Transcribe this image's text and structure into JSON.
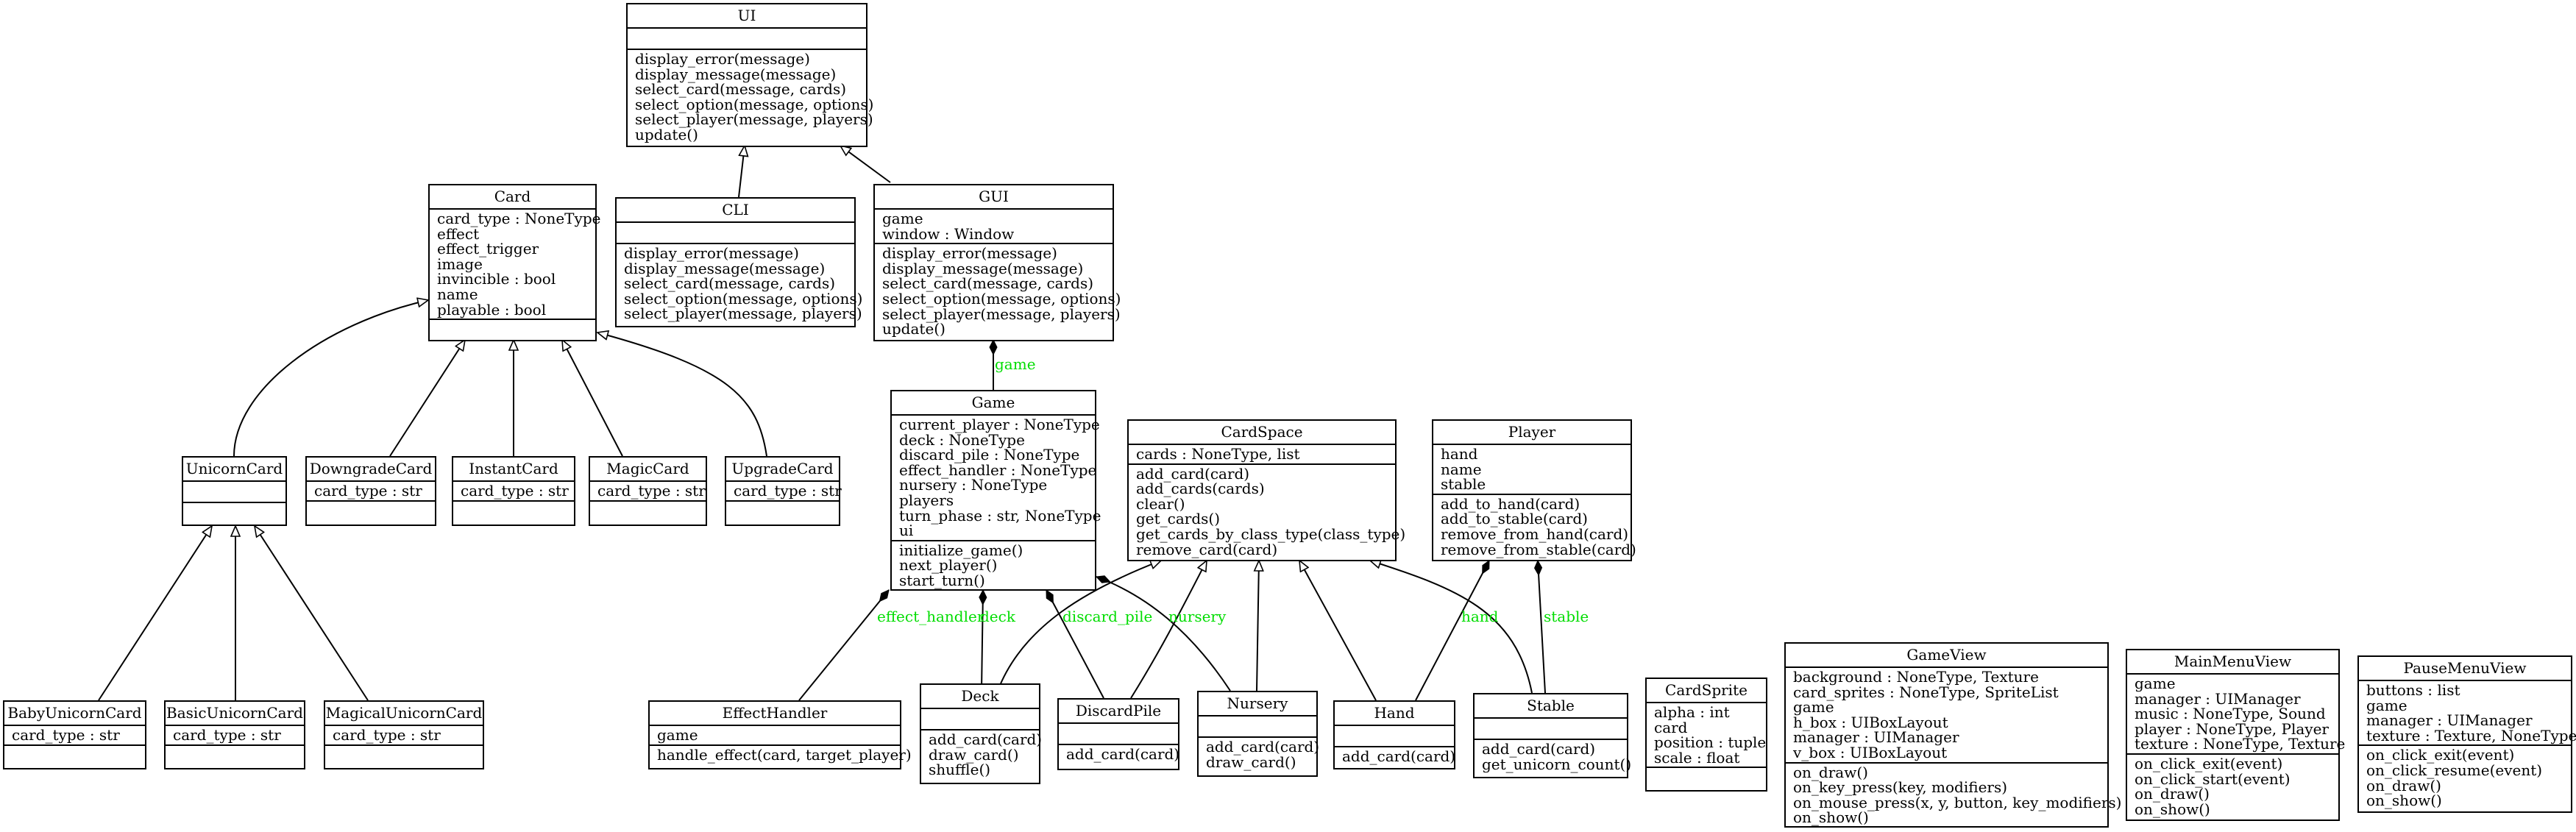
{
  "classes": {
    "ui": {
      "name": "UI",
      "attrs": [],
      "methods": [
        "display_error(message)",
        "display_message(message)",
        "select_card(message, cards)",
        "select_option(message, options)",
        "select_player(message, players)",
        "update()"
      ]
    },
    "card": {
      "name": "Card",
      "attrs": [
        "card_type : NoneType",
        "effect",
        "effect_trigger",
        "image",
        "invincible : bool",
        "name",
        "playable : bool"
      ],
      "methods": []
    },
    "cli": {
      "name": "CLI",
      "attrs": [],
      "methods": [
        "display_error(message)",
        "display_message(message)",
        "select_card(message, cards)",
        "select_option(message, options)",
        "select_player(message, players)"
      ]
    },
    "gui": {
      "name": "GUI",
      "attrs": [
        "game",
        "window : Window"
      ],
      "methods": [
        "display_error(message)",
        "display_message(message)",
        "select_card(message, cards)",
        "select_option(message, options)",
        "select_player(message, players)",
        "update()"
      ]
    },
    "game": {
      "name": "Game",
      "attrs": [
        "current_player : NoneType",
        "deck : NoneType",
        "discard_pile : NoneType",
        "effect_handler : NoneType",
        "nursery : NoneType",
        "players",
        "turn_phase : str, NoneType",
        "ui"
      ],
      "methods": [
        "initialize_game()",
        "next_player()",
        "start_turn()"
      ]
    },
    "cardspace": {
      "name": "CardSpace",
      "attrs": [
        "cards : NoneType, list"
      ],
      "methods": [
        "add_card(card)",
        "add_cards(cards)",
        "clear()",
        "get_cards()",
        "get_cards_by_class_type(class_type)",
        "remove_card(card)"
      ]
    },
    "player": {
      "name": "Player",
      "attrs": [
        "hand",
        "name",
        "stable"
      ],
      "methods": [
        "add_to_hand(card)",
        "add_to_stable(card)",
        "remove_from_hand(card)",
        "remove_from_stable(card)"
      ]
    },
    "unicorncard": {
      "name": "UnicornCard",
      "attrs": [],
      "methods": []
    },
    "downgradecard": {
      "name": "DowngradeCard",
      "attrs": [
        "card_type : str"
      ],
      "methods": []
    },
    "instantcard": {
      "name": "InstantCard",
      "attrs": [
        "card_type : str"
      ],
      "methods": []
    },
    "magiccard": {
      "name": "MagicCard",
      "attrs": [
        "card_type : str"
      ],
      "methods": []
    },
    "upgradecard": {
      "name": "UpgradeCard",
      "attrs": [
        "card_type : str"
      ],
      "methods": []
    },
    "babyunicorncard": {
      "name": "BabyUnicornCard",
      "attrs": [
        "card_type : str"
      ],
      "methods": []
    },
    "basicunicorncard": {
      "name": "BasicUnicornCard",
      "attrs": [
        "card_type : str"
      ],
      "methods": []
    },
    "magicalunicorncard": {
      "name": "MagicalUnicornCard",
      "attrs": [
        "card_type : str"
      ],
      "methods": []
    },
    "effecthandler": {
      "name": "EffectHandler",
      "attrs": [
        "game"
      ],
      "methods": [
        "handle_effect(card, target_player)"
      ]
    },
    "deck": {
      "name": "Deck",
      "attrs": [],
      "methods": [
        "add_card(card)",
        "draw_card()",
        "shuffle()"
      ]
    },
    "discardpile": {
      "name": "DiscardPile",
      "attrs": [],
      "methods": [
        "add_card(card)"
      ]
    },
    "nursery": {
      "name": "Nursery",
      "attrs": [],
      "methods": [
        "add_card(card)",
        "draw_card()"
      ]
    },
    "hand": {
      "name": "Hand",
      "attrs": [],
      "methods": [
        "add_card(card)"
      ]
    },
    "stable": {
      "name": "Stable",
      "attrs": [],
      "methods": [
        "add_card(card)",
        "get_unicorn_count()"
      ]
    },
    "cardsprite": {
      "name": "CardSprite",
      "attrs": [
        "alpha : int",
        "card",
        "position : tuple",
        "scale : float"
      ],
      "methods": []
    },
    "gameview": {
      "name": "GameView",
      "attrs": [
        "background : NoneType, Texture",
        "card_sprites : NoneType, SpriteList",
        "game",
        "h_box : UIBoxLayout",
        "manager : UIManager",
        "v_box : UIBoxLayout"
      ],
      "methods": [
        "on_draw()",
        "on_key_press(key, modifiers)",
        "on_mouse_press(x, y, button, key_modifiers)",
        "on_show()"
      ]
    },
    "mainmenuview": {
      "name": "MainMenuView",
      "attrs": [
        "game",
        "manager : UIManager",
        "music : NoneType, Sound",
        "player : NoneType, Player",
        "texture : NoneType, Texture"
      ],
      "methods": [
        "on_click_exit(event)",
        "on_click_start(event)",
        "on_draw()",
        "on_show()"
      ]
    },
    "pausemenuview": {
      "name": "PauseMenuView",
      "attrs": [
        "buttons : list",
        "game",
        "manager : UIManager",
        "texture : Texture, NoneType"
      ],
      "methods": [
        "on_click_exit(event)",
        "on_click_resume(event)",
        "on_draw()",
        "on_show()"
      ]
    }
  },
  "relations": {
    "inheritance": [
      {
        "child": "CLI",
        "parent": "UI"
      },
      {
        "child": "GUI",
        "parent": "UI"
      },
      {
        "child": "UnicornCard",
        "parent": "Card"
      },
      {
        "child": "DowngradeCard",
        "parent": "Card"
      },
      {
        "child": "InstantCard",
        "parent": "Card"
      },
      {
        "child": "MagicCard",
        "parent": "Card"
      },
      {
        "child": "UpgradeCard",
        "parent": "Card"
      },
      {
        "child": "BabyUnicornCard",
        "parent": "UnicornCard"
      },
      {
        "child": "BasicUnicornCard",
        "parent": "UnicornCard"
      },
      {
        "child": "MagicalUnicornCard",
        "parent": "UnicornCard"
      },
      {
        "child": "Deck",
        "parent": "CardSpace"
      },
      {
        "child": "DiscardPile",
        "parent": "CardSpace"
      },
      {
        "child": "Nursery",
        "parent": "CardSpace"
      },
      {
        "child": "Hand",
        "parent": "CardSpace"
      },
      {
        "child": "Stable",
        "parent": "CardSpace"
      }
    ],
    "composition": [
      {
        "label": "game",
        "whole": "GUI",
        "part": "Game"
      },
      {
        "label": "effect_handler",
        "whole": "Game",
        "part": "EffectHandler"
      },
      {
        "label": "deck",
        "whole": "Game",
        "part": "Deck"
      },
      {
        "label": "discard_pile",
        "whole": "Game",
        "part": "DiscardPile"
      },
      {
        "label": "nursery",
        "whole": "Game",
        "part": "Nursery"
      },
      {
        "label": "hand",
        "whole": "Player",
        "part": "Hand"
      },
      {
        "label": "stable",
        "whole": "Player",
        "part": "Stable"
      }
    ]
  },
  "colors": {
    "line": "#000000",
    "label": "#00dd00"
  }
}
